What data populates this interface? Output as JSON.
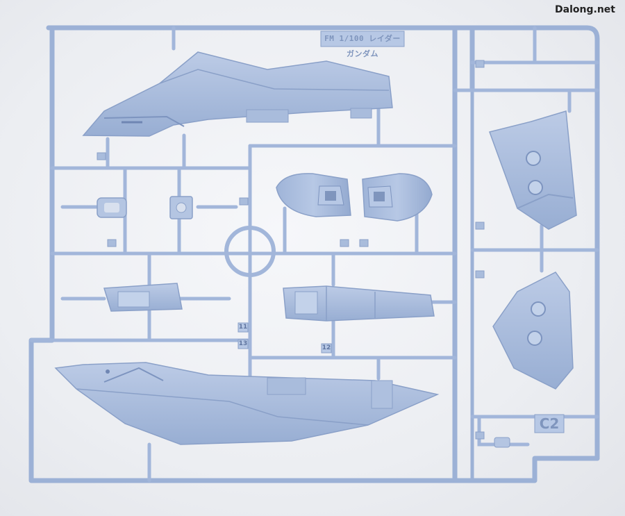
{
  "watermark": "Dalong.net",
  "kit_label": "FM 1/100 レイダーガンダム",
  "runner_letter": "C2",
  "part_numbers": [
    "11",
    "13",
    "12"
  ],
  "colors": {
    "plastic": "#a9bcdc",
    "plastic_shadow": "#8ea4cb",
    "plastic_highlight": "#c3d2ea",
    "background": "#eef0f4"
  }
}
